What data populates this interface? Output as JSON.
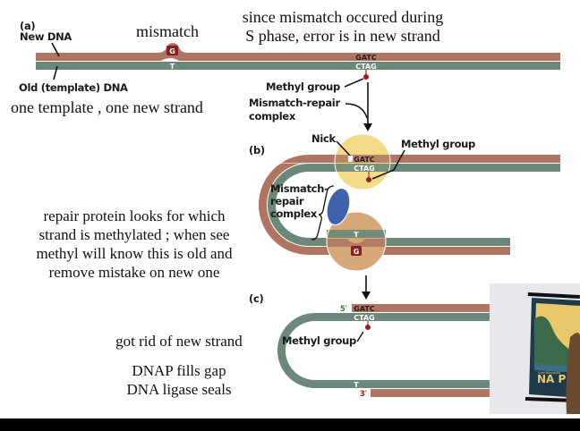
{
  "panel_a": {
    "label": "(a)",
    "new_dna_label": "New DNA",
    "old_dna_label": "Old (template) DNA",
    "mismatch_new_base": "G",
    "mismatch_template_base": "T",
    "new_site": "GATC",
    "template_site": "CTAG",
    "methyl_label": "Methyl group",
    "complex_label_line1": "Mismatch-repair",
    "complex_label_line2": "complex"
  },
  "panel_b": {
    "label": "(b)",
    "nick_label": "Nick",
    "methyl_label": "Methyl group",
    "new_site": "GATC",
    "template_site": "CTAG",
    "complex_label_line1": "Mismatch-",
    "complex_label_line2": "repair",
    "complex_label_line3": "complex",
    "template_base": "T",
    "new_base": "G"
  },
  "panel_c": {
    "label": "(c)",
    "five_prime": "5′",
    "three_prime": "3′",
    "new_site": "GATC",
    "template_site": "CTAG",
    "methyl_label": "Methyl group",
    "template_base": "T"
  },
  "annotations": {
    "mismatch": "mismatch",
    "s_phase_line1": "since mismatch occured during",
    "s_phase_line2": "S phase, error is in new strand",
    "template_note": "one template , one new strand",
    "repair_line1": "repair protein looks for which",
    "repair_line2": "strand is methylated ; when see",
    "repair_line3": "methyl will know this is old and",
    "repair_line4": "remove mistake on new one",
    "got_rid": "got rid of new strand",
    "dnap": "DNAP fills gap",
    "ligase": "DNA ligase seals"
  },
  "webcam": {
    "poster_text": "NA P",
    "poster_subtext": "Visit Beautiful"
  },
  "colors": {
    "new_strand": "#b07562",
    "template_strand": "#6b8878",
    "methyl": "#9c1b1b",
    "mutS_yellow": "#f3d981",
    "complex_blue": "#3f62ad",
    "complex_tan": "#d7a877",
    "five_prime_green": "#3f7a35",
    "three_prime_red": "#9c1b1b"
  }
}
